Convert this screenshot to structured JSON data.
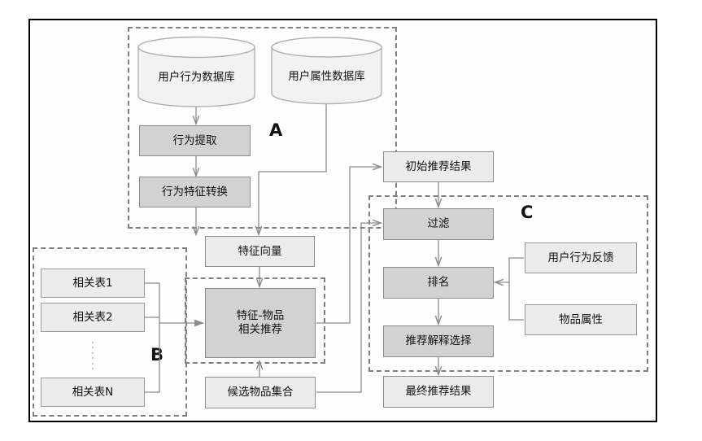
{
  "diagram": {
    "title": "",
    "groups": [
      {
        "id": "A",
        "label": "A"
      },
      {
        "id": "B",
        "label": "B"
      },
      {
        "id": "C",
        "label": "C"
      }
    ],
    "databases": [
      {
        "id": "user-behavior-db",
        "label": "用户行为数据库"
      },
      {
        "id": "user-attribute-db",
        "label": "用户属性数据库"
      }
    ],
    "nodes": [
      {
        "id": "behavior-extraction",
        "label": "行为提取"
      },
      {
        "id": "behavior-feature-transform",
        "label": "行为特征转换"
      },
      {
        "id": "feature-vector",
        "label": "特征向量"
      },
      {
        "id": "relation-table-1",
        "label": "相关表1"
      },
      {
        "id": "relation-table-2",
        "label": "相关表2"
      },
      {
        "id": "relation-table-n",
        "label": "相关表N"
      },
      {
        "id": "feature-item-recommend",
        "label": "特征-物品\n相关推荐"
      },
      {
        "id": "feature-item-recommend-line1",
        "label": "特征-物品"
      },
      {
        "id": "feature-item-recommend-line2",
        "label": "相关推荐"
      },
      {
        "id": "candidate-item-set",
        "label": "候选物品集合"
      },
      {
        "id": "initial-recommend-result",
        "label": "初始推荐结果"
      },
      {
        "id": "filter",
        "label": "过滤"
      },
      {
        "id": "ranking",
        "label": "排名"
      },
      {
        "id": "recommend-explanation-select",
        "label": "推荐解释选择"
      },
      {
        "id": "final-recommend-result",
        "label": "最终推荐结果"
      },
      {
        "id": "user-behavior-feedback",
        "label": "用户行为反馈"
      },
      {
        "id": "item-attribute",
        "label": "物品属性"
      }
    ],
    "colors": {
      "frame_border": "#000000",
      "dashed_group": "#808080",
      "node_border": "#9a9a9a",
      "node_fill_light": "#ececec",
      "node_fill_dark": "#d2d2d2",
      "connector": "#8c8c8c",
      "canvas": "#ffffff"
    }
  }
}
